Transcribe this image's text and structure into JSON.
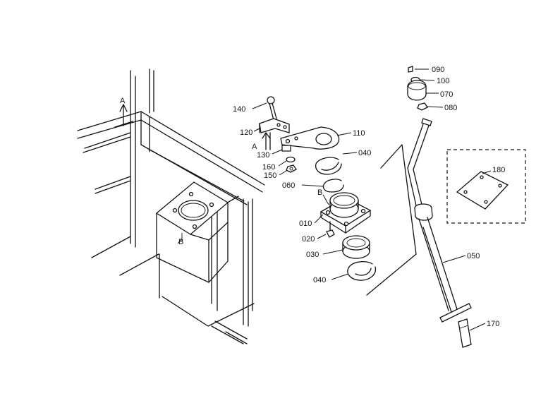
{
  "callouts": {
    "c090": "090",
    "c100": "100",
    "c070": "070",
    "c080": "080",
    "c140": "140",
    "c120": "120",
    "c110": "110",
    "cA1": "A",
    "cA2": "A",
    "c130": "130",
    "c040a": "040",
    "c160": "160",
    "c150": "150",
    "c180": "180",
    "c060": "060",
    "cB1": "B",
    "cB2": "B",
    "c010": "010",
    "c020": "020",
    "c030": "030",
    "c050": "050",
    "c040b": "040",
    "c170": "170"
  }
}
